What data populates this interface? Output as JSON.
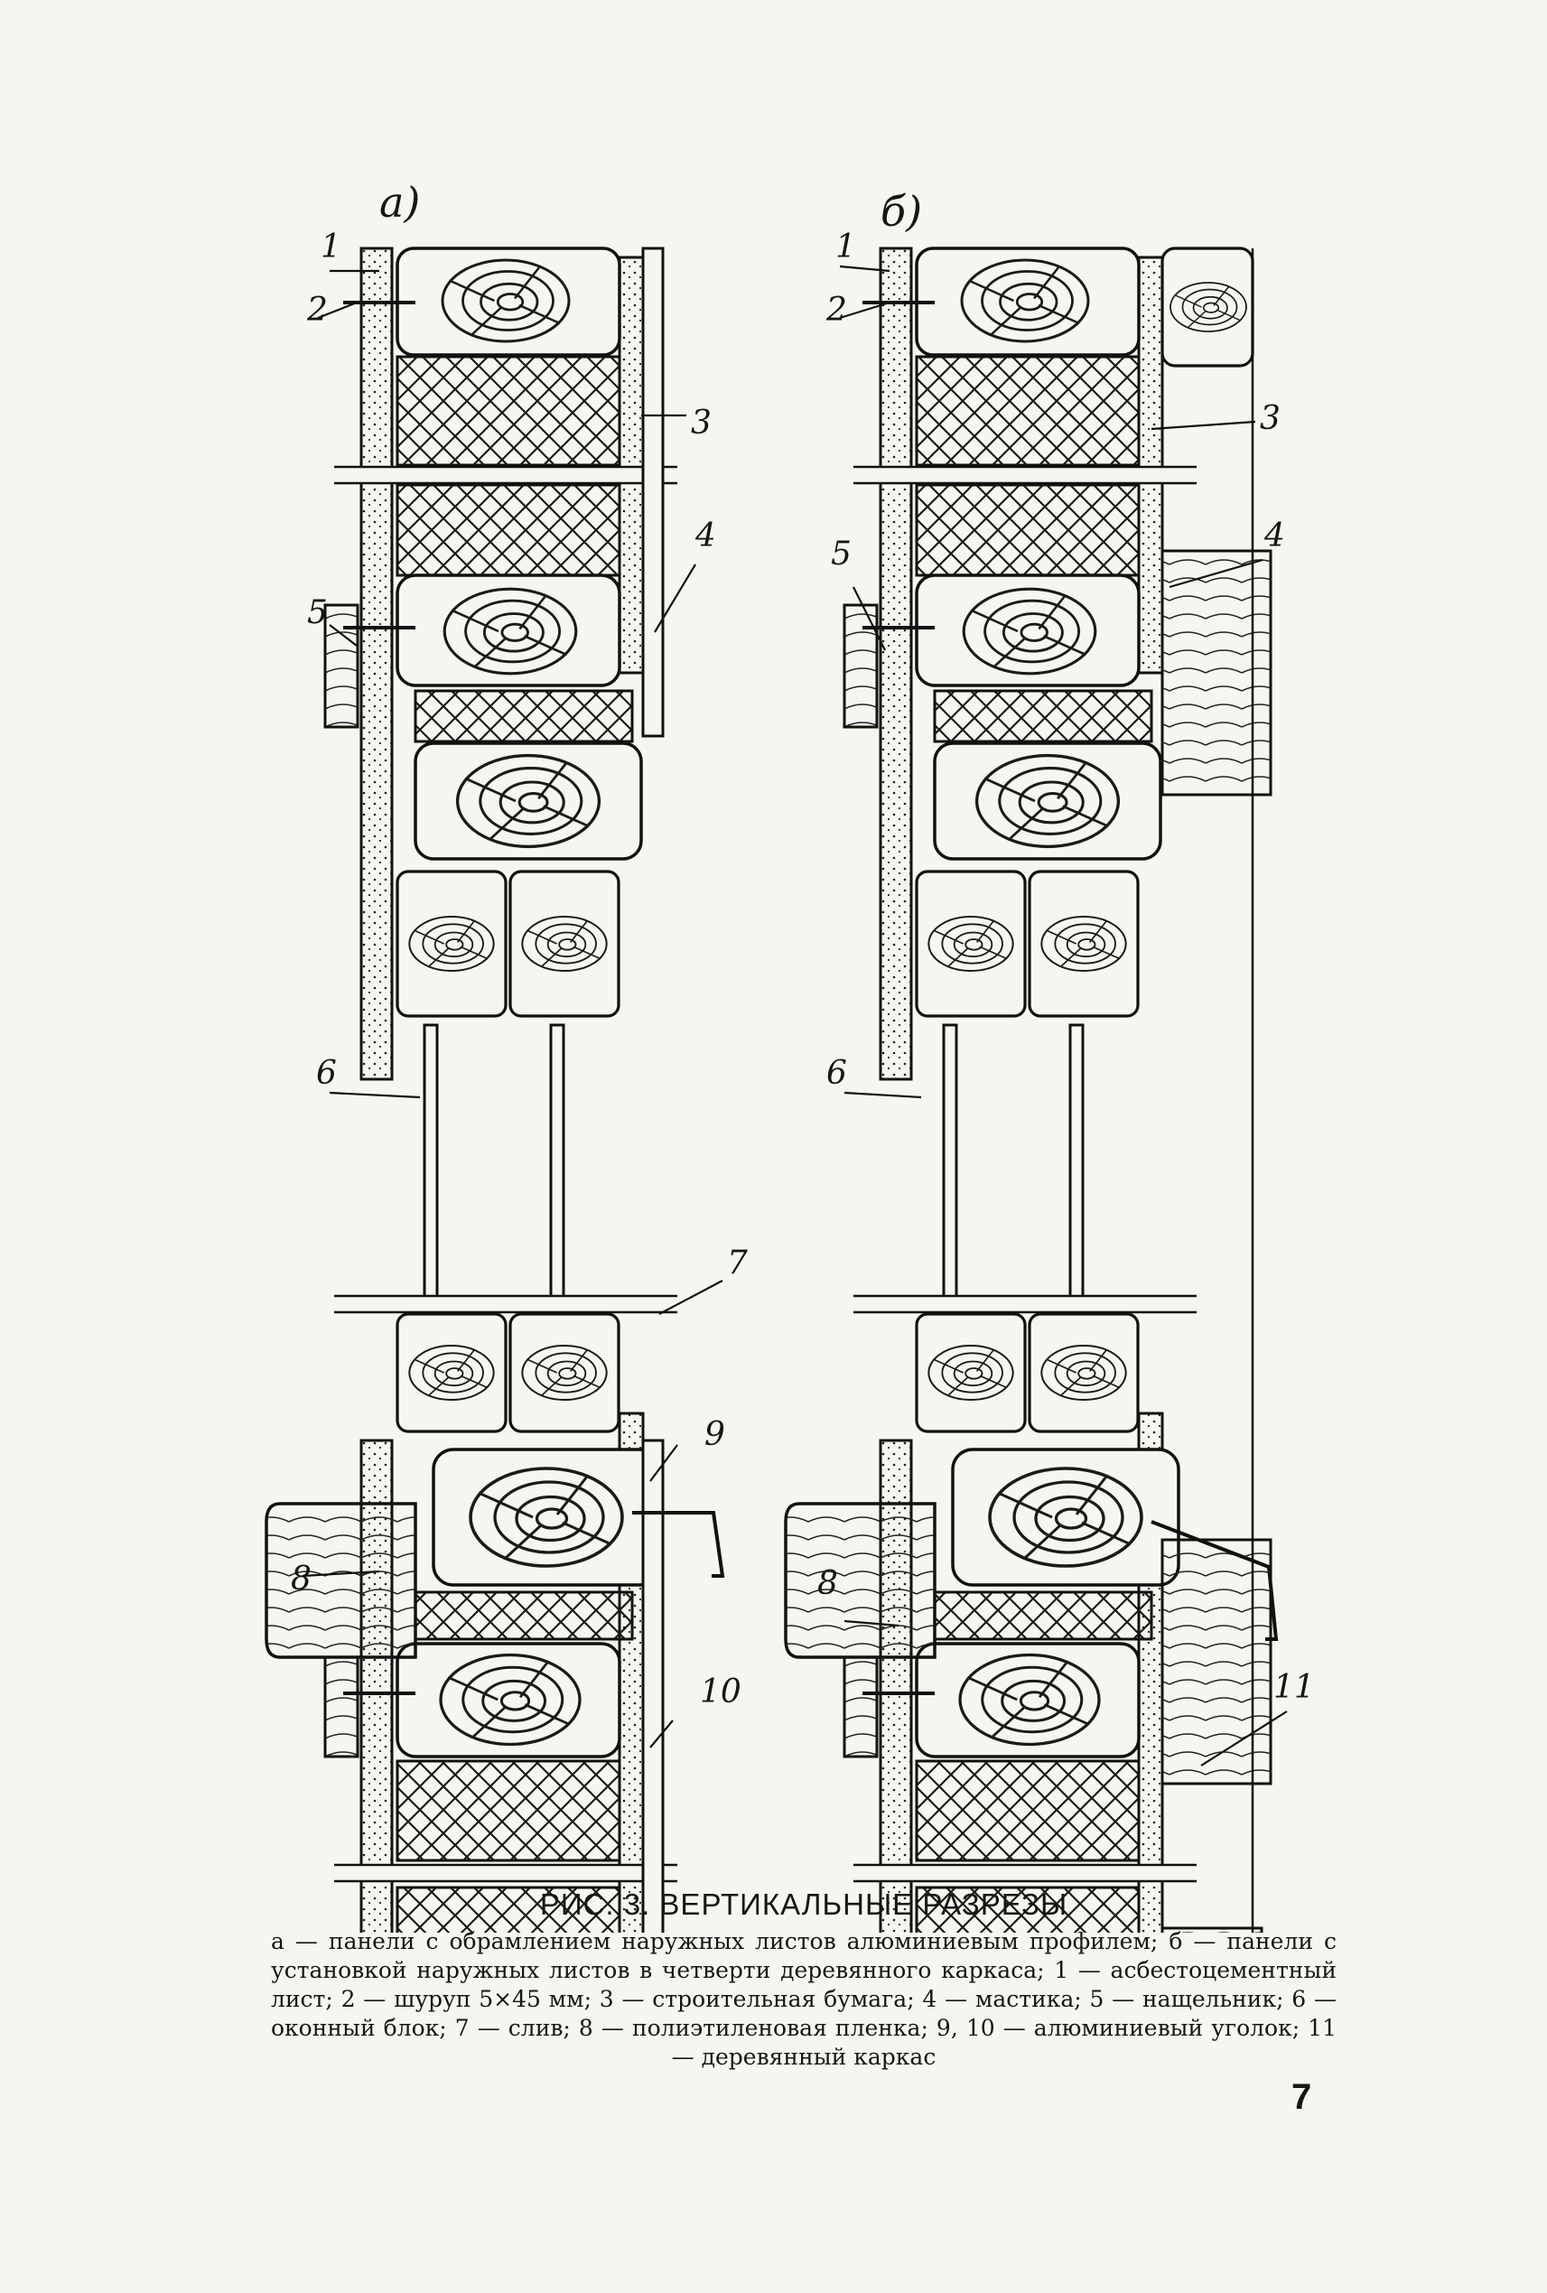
{
  "figure": {
    "section_a_label": "а)",
    "section_b_label": "б)",
    "callouts_a": [
      "1",
      "2",
      "3",
      "4",
      "5",
      "6",
      "7",
      "8",
      "9",
      "10"
    ],
    "callouts_b": [
      "1",
      "2",
      "3",
      "4",
      "5",
      "6",
      "8",
      "11"
    ]
  },
  "caption": {
    "title": "РИС. 3. ВЕРТИКАЛЬНЫЕ РАЗРЕЗЫ",
    "body": "а — панели с обрамлением наружных листов алюминиевым профилем; б — панели с установкой наружных листов в четверти деревянного каркаса; 1 — асбестоцементный лист; 2 — шуруп 5×45 мм; 3 — строительная бумага; 4 — мастика; 5 — нащельник; 6 — оконный блок; 7 — слив; 8 — полиэтиленовая пленка; 9, 10 — алюминиевый уголок; 11 — деревянный каркас"
  },
  "page_number": "7"
}
